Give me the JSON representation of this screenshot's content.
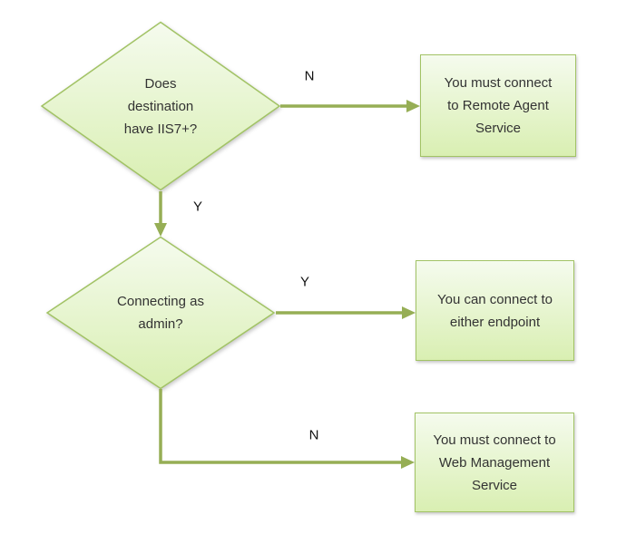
{
  "colors": {
    "background": "#FFFFFF",
    "shape_fill_top": "#F5FBEE",
    "shape_fill_bottom": "#D9EFB2",
    "shape_border": "#A2C365",
    "arrow": "#96AE55",
    "shape_text": "#333333",
    "label_text": "#111111"
  },
  "flowchart": {
    "decisions": [
      {
        "id": "iis7",
        "text": "Does destination have IIS7+?",
        "lines": [
          "Does",
          "destination",
          "have IIS7+?"
        ]
      },
      {
        "id": "admin",
        "text": "Connecting as admin?",
        "lines": [
          "Connecting as",
          "admin?"
        ]
      }
    ],
    "outcomes": [
      {
        "id": "remote-agent",
        "text": "You must connect to Remote Agent Service",
        "lines": [
          "You must connect",
          "to Remote Agent",
          "Service"
        ]
      },
      {
        "id": "either-endpoint",
        "text": "You can connect to either endpoint",
        "lines": [
          "You can connect to",
          "either endpoint"
        ]
      },
      {
        "id": "web-management",
        "text": "You must connect to Web Management Service",
        "lines": [
          "You must connect to",
          "Web Management",
          "Service"
        ]
      }
    ],
    "edges": [
      {
        "from": "iis7",
        "to": "remote-agent",
        "label": "N"
      },
      {
        "from": "iis7",
        "to": "admin",
        "label": "Y"
      },
      {
        "from": "admin",
        "to": "either-endpoint",
        "label": "Y"
      },
      {
        "from": "admin",
        "to": "web-management",
        "label": "N"
      }
    ]
  }
}
